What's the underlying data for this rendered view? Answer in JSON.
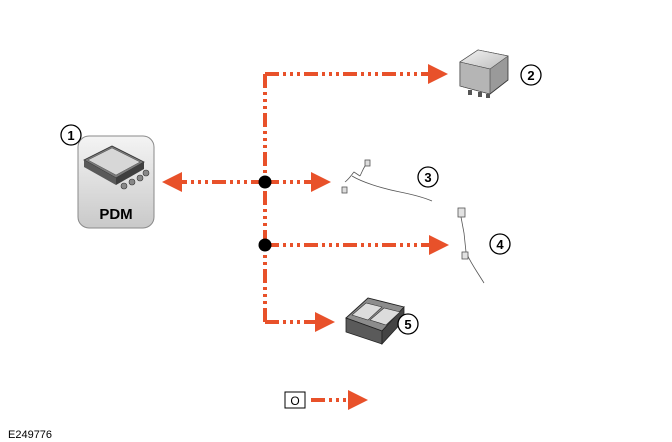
{
  "figure_id": "E249776",
  "pdm_label": "PDM",
  "callouts": [
    "1",
    "2",
    "3",
    "4",
    "5"
  ],
  "legend": {
    "symbol_letter": "O"
  },
  "colors": {
    "signal_line": "#E8512A",
    "junction": "#000000",
    "outline": "#000000"
  },
  "icons": [
    "pdm-module-icon",
    "control-module-icon",
    "wire-sensor-icon",
    "switch-sensor-icon",
    "switch-pack-icon"
  ]
}
